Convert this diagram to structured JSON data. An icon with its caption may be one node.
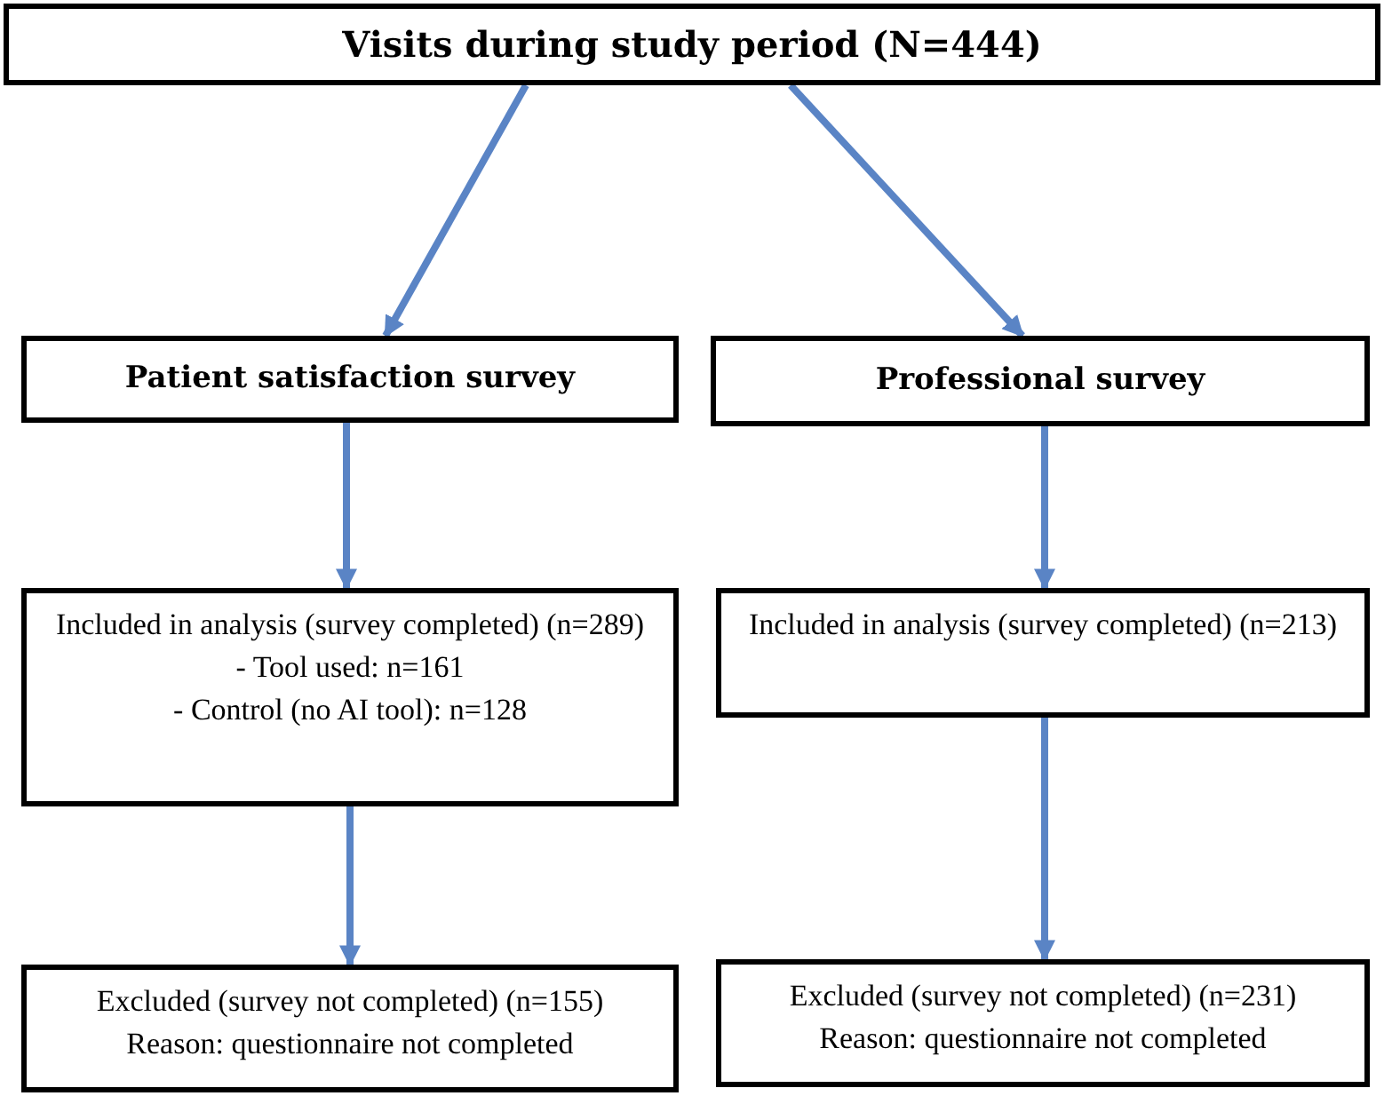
{
  "diagram": {
    "nodes": [
      {
        "text": [
          "Visits during study period (N=444)"
        ]
      },
      {
        "text": [
          "Patient satisfaction survey"
        ]
      },
      {
        "text": [
          "Professional survey"
        ]
      },
      {
        "text": [
          "Included in analysis (survey completed) (n=289)",
          "- Tool used: n=161",
          "- Control (no AI tool): n=128"
        ]
      },
      {
        "text": [
          "Included in analysis (survey completed) (n=213)"
        ]
      },
      {
        "text": [
          "Excluded (survey not completed) (n=155)",
          "Reason: questionnaire not completed"
        ]
      },
      {
        "text": [
          "Excluded (survey not completed) (n=231)",
          "Reason: questionnaire not completed"
        ]
      }
    ],
    "edges": [
      {
        "from": 0,
        "to": 1,
        "arrow": "to"
      },
      {
        "from": 0,
        "to": 2,
        "arrow": "to"
      },
      {
        "from": 1,
        "to": 3,
        "arrow": "to"
      },
      {
        "from": 2,
        "to": 4,
        "arrow": "to"
      },
      {
        "from": 3,
        "to": 5,
        "arrow": "to"
      },
      {
        "from": 4,
        "to": 6,
        "arrow": "to"
      }
    ]
  }
}
